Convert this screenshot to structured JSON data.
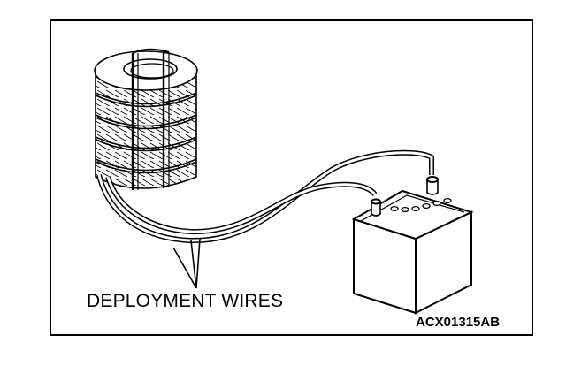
{
  "figure": {
    "label_deployment_wires": "DEPLOYMENT WIRES",
    "reference_code": "ACX01315AB",
    "components": [
      "tire-stack-icon",
      "battery-icon",
      "deployment-wires"
    ]
  }
}
